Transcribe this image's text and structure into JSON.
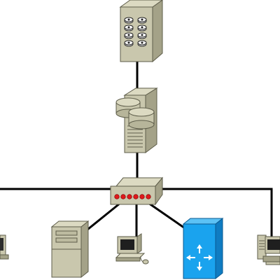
{
  "diagram": {
    "nodes": [
      {
        "id": "storage-array",
        "kind": "storage-array"
      },
      {
        "id": "database-server",
        "kind": "database-server"
      },
      {
        "id": "hub",
        "kind": "hub",
        "port_lights": 6,
        "port_light_color": "#e0191c"
      },
      {
        "id": "workstation-partial-left",
        "kind": "workstation"
      },
      {
        "id": "file-server",
        "kind": "file-server"
      },
      {
        "id": "pc",
        "kind": "pc"
      },
      {
        "id": "router",
        "kind": "router",
        "color": "#1aa3ee"
      },
      {
        "id": "workstation-right",
        "kind": "workstation"
      }
    ],
    "links": [
      {
        "from": "storage-array",
        "to": "database-server"
      },
      {
        "from": "database-server",
        "to": "hub"
      },
      {
        "from": "hub",
        "to": "workstation-partial-left"
      },
      {
        "from": "hub",
        "to": "file-server"
      },
      {
        "from": "hub",
        "to": "pc"
      },
      {
        "from": "hub",
        "to": "router"
      },
      {
        "from": "hub",
        "to": "workstation-right"
      }
    ],
    "colors": {
      "device": "#c9c7ad",
      "device_side": "#a4a288",
      "device_top": "#dcdac2",
      "line": "#000000"
    }
  }
}
